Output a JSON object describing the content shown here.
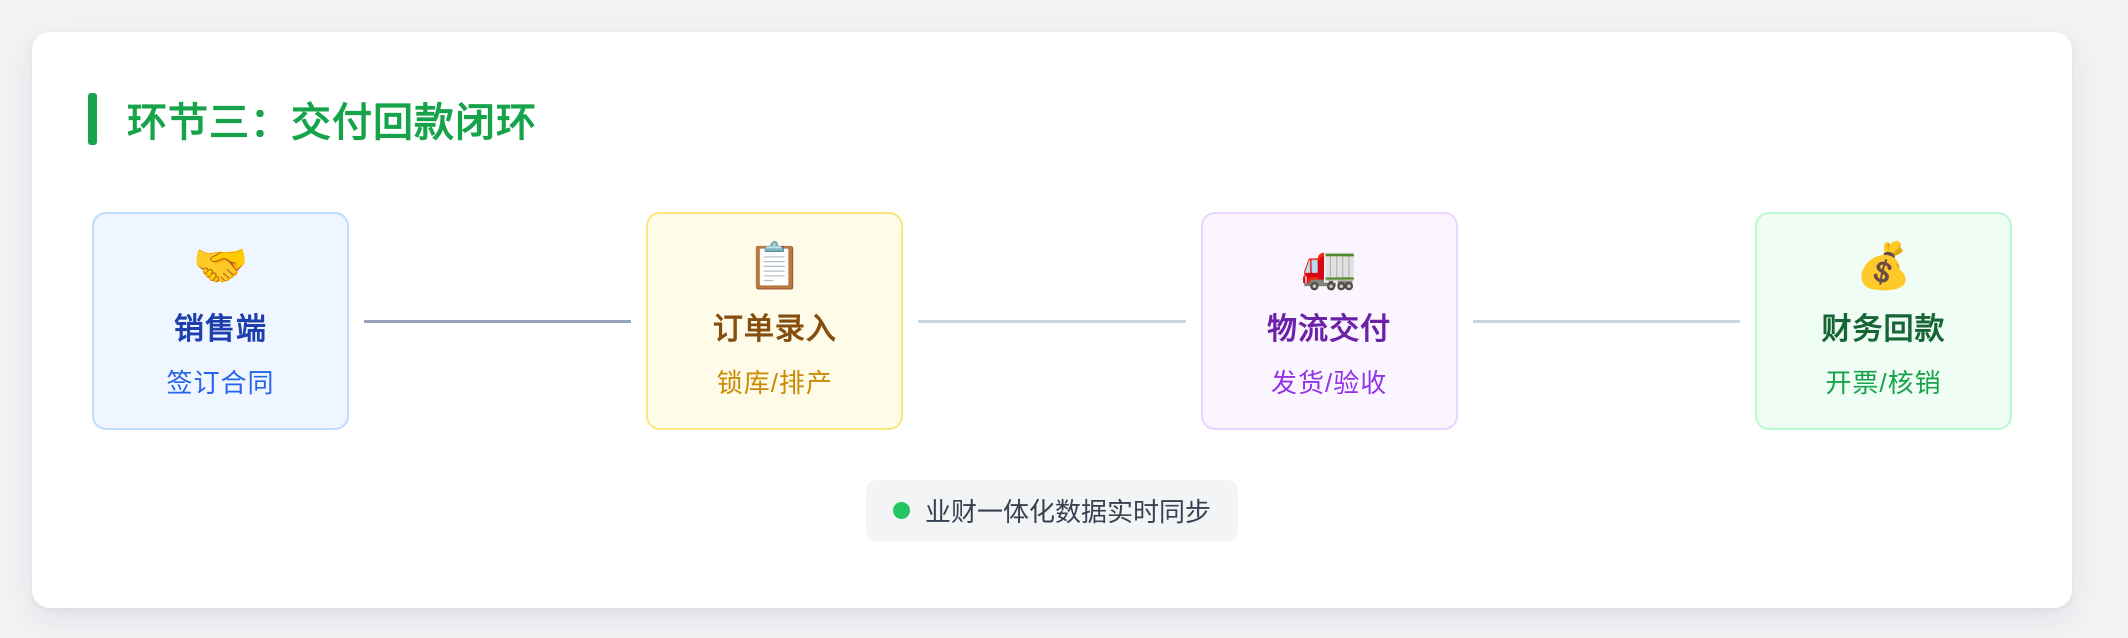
{
  "page": {
    "background": "#f1f2f4",
    "card_background": "#ffffff"
  },
  "header": {
    "title": "环节三：交付回款闭环",
    "accent_color": "#16a34a",
    "title_color": "#16a34a"
  },
  "flow": {
    "steps": [
      {
        "icon": "🤝",
        "icon_name": "handshake-icon",
        "title": "销售端",
        "subtitle": "签订合同",
        "colors": {
          "background": "#eff6ff",
          "border": "#bfdbfe",
          "title": "#1e40af",
          "subtitle": "#2563eb"
        }
      },
      {
        "icon": "📋",
        "icon_name": "clipboard-icon",
        "title": "订单录入",
        "subtitle": "锁库/排产",
        "colors": {
          "background": "#fefce8",
          "border": "#fbe57f",
          "title": "#854d0e",
          "subtitle": "#ca8a04"
        }
      },
      {
        "icon": "🚛",
        "icon_name": "truck-icon",
        "title": "物流交付",
        "subtitle": "发货/验收",
        "colors": {
          "background": "#faf5ff",
          "border": "#e9d5ff",
          "title": "#6b21a8",
          "subtitle": "#9333ea"
        }
      },
      {
        "icon": "💰",
        "icon_name": "money-bag-icon",
        "title": "财务回款",
        "subtitle": "开票/核销",
        "colors": {
          "background": "#f0fdf4",
          "border": "#bbf7d0",
          "title": "#166534",
          "subtitle": "#16a34a"
        }
      }
    ],
    "connector_colors": [
      "#94a3b8",
      "#cbd5e1",
      "#cbd5e1"
    ]
  },
  "footnote": {
    "text": "业财一体化数据实时同步",
    "dot_color": "#22c55e",
    "background": "#f3f4f6",
    "text_color": "#374151"
  }
}
